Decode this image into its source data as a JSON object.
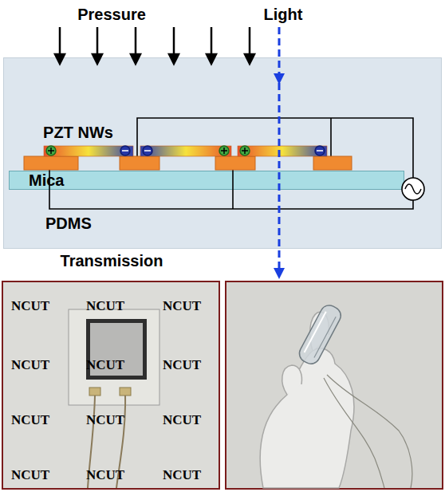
{
  "diagram": {
    "nodes": [
      {
        "text": [
          "PDMS"
        ]
      },
      {
        "text": [
          "Mica"
        ],
        "in": 0
      }
    ],
    "labels": [
      "Pressure",
      "Light",
      "PZT NWs",
      "Transmission",
      "NCUT",
      "NCUT",
      "NCUT",
      "NCUT",
      "NCUT",
      "NCUT",
      "NCUT",
      "NCUT",
      "NCUT",
      "NCUT",
      "NCUT",
      "NCUT"
    ]
  }
}
